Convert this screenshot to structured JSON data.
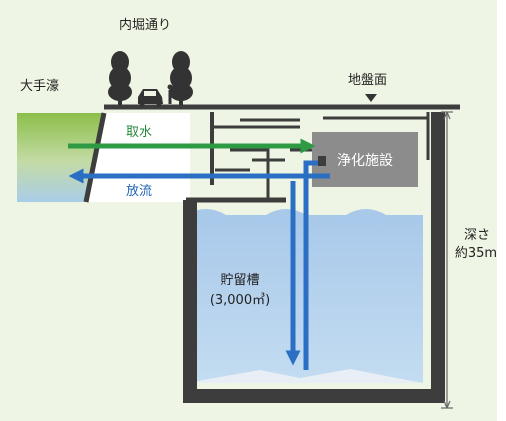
{
  "labels": {
    "street": "内堀通り",
    "moat": "大手濠",
    "ground_level": "地盤面",
    "intake": "取水",
    "discharge": "放流",
    "purification": "浄化施設",
    "tank_name": "貯留槽",
    "tank_capacity": "(3,000㎥)",
    "depth_label": "深さ",
    "depth_value": "約35m"
  },
  "colors": {
    "background": "#eef5e4",
    "water": "#b3d0ec",
    "structure": "#3d3d3d",
    "intake_arrow": "#2e9a44",
    "discharge_arrow": "#2a6fc3",
    "purification_box": "#8c8c8c"
  },
  "icons": [
    "tree-icon",
    "car-icon",
    "person-icon",
    "ground-marker-icon"
  ]
}
